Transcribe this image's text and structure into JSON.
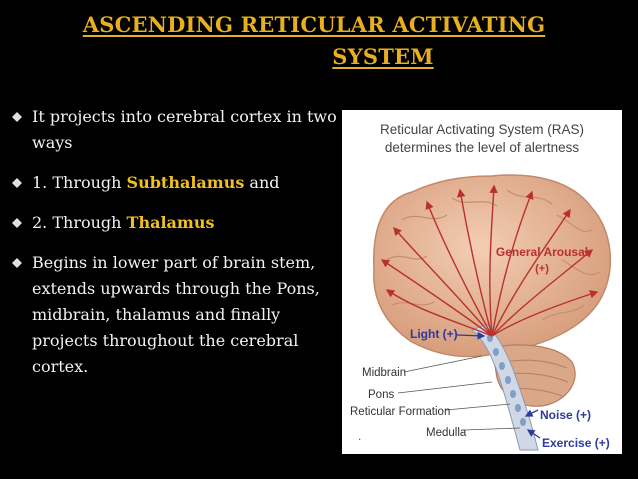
{
  "title": {
    "line1": "ASCENDING RETICULAR ACTIVATING",
    "line2": "SYSTEM"
  },
  "bullets": [
    {
      "text": "It projects into cerebral cortex in two ways"
    },
    {
      "prefix": "1. Through ",
      "highlight": "Subthalamus",
      "suffix": " and"
    },
    {
      "prefix": "2. Through ",
      "highlight": "Thalamus",
      "suffix": ""
    },
    {
      "text": "Begins in lower part of brain stem, extends upwards through the Pons, midbrain, thalamus and finally projects throughout the cerebral cortex."
    }
  ],
  "figure": {
    "heading1": "Reticular Activating System (RAS)",
    "heading2": "determines the level of alertness",
    "general_arousal": "General Arousal",
    "plus": "(+)",
    "light": "Light (+)",
    "midbrain": "Midbrain",
    "pons": "Pons",
    "reticular_formation": "Reticular Formation",
    "medulla": "Medulla",
    "noise": "Noise (+)",
    "exercise": "Exercise (+)",
    "dot": "."
  },
  "colors": {
    "title": "#e8b020",
    "highlight": "#f0c020",
    "arrow_red": "#b8312f",
    "label_blue": "#2d3a9e",
    "brain": "#e8b89a"
  },
  "icons": {
    "bullet": "diamond-bullet-icon"
  }
}
